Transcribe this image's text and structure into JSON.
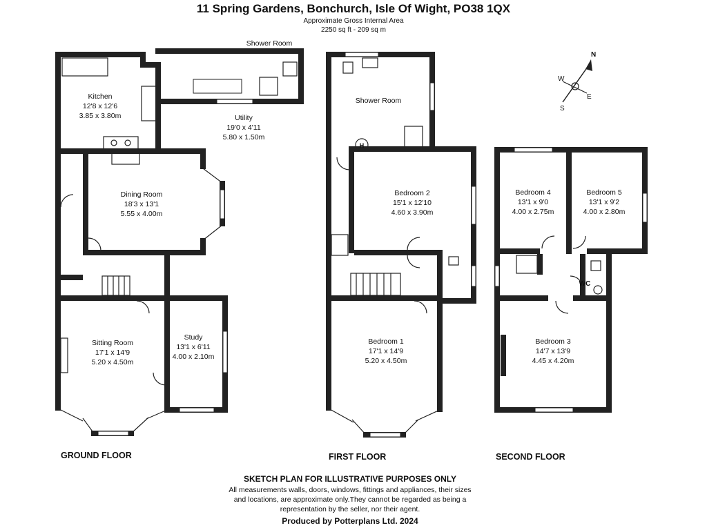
{
  "header": {
    "title": "11 Spring Gardens, Bonchurch, Isle Of Wight, PO38 1QX",
    "area_label": "Approximate Gross Internal Area",
    "area_value": "2250 sq ft - 209 sq m"
  },
  "compass": {
    "n": "N",
    "s": "S",
    "e": "E",
    "w": "W"
  },
  "floors": {
    "ground": {
      "label": "GROUND FLOOR",
      "rooms": {
        "shower_room": {
          "name": "Shower Room"
        },
        "kitchen": {
          "name": "Kitchen",
          "imperial": "12'8 x 12'6",
          "metric": "3.85 x 3.80m"
        },
        "utility": {
          "name": "Utility",
          "imperial": "19'0 x 4'11",
          "metric": "5.80 x 1.50m"
        },
        "dining": {
          "name": "Dining Room",
          "imperial": "18'3 x 13'1",
          "metric": "5.55 x 4.00m"
        },
        "sitting": {
          "name": "Sitting Room",
          "imperial": "17'1 x 14'9",
          "metric": "5.20 x 4.50m"
        },
        "study": {
          "name": "Study",
          "imperial": "13'1 x 6'11",
          "metric": "4.00 x 2.10m"
        }
      }
    },
    "first": {
      "label": "FIRST FLOOR",
      "rooms": {
        "shower_room": {
          "name": "Shower Room"
        },
        "bedroom2": {
          "name": "Bedroom 2",
          "imperial": "15'1 x 12'10",
          "metric": "4.60 x 3.90m"
        },
        "bedroom1": {
          "name": "Bedroom 1",
          "imperial": "17'1 x 14'9",
          "metric": "5.20 x 4.50m"
        },
        "boiler": {
          "name": "H"
        }
      }
    },
    "second": {
      "label": "SECOND FLOOR",
      "rooms": {
        "bedroom4": {
          "name": "Bedroom 4",
          "imperial": "13'1 x 9'0",
          "metric": "4.00 x 2.75m"
        },
        "bedroom5": {
          "name": "Bedroom 5",
          "imperial": "13'1 x 9'2",
          "metric": "4.00 x 2.80m"
        },
        "wc": {
          "name": "WC"
        },
        "bedroom3": {
          "name": "Bedroom 3",
          "imperial": "14'7 x 13'9",
          "metric": "4.45 x 4.20m"
        }
      }
    }
  },
  "footer": {
    "heading": "SKETCH PLAN FOR ILLUSTRATIVE PURPOSES ONLY",
    "line1": "All measurements walls, doors, windows, fittings and appliances, their sizes",
    "line2": "and locations, are approximate only.They cannot be regarded as being a",
    "line3": "representation by the seller, nor their agent.",
    "credit": "Produced by Potterplans Ltd. 2024"
  },
  "colors": {
    "wall": "#222222",
    "background": "#ffffff"
  }
}
